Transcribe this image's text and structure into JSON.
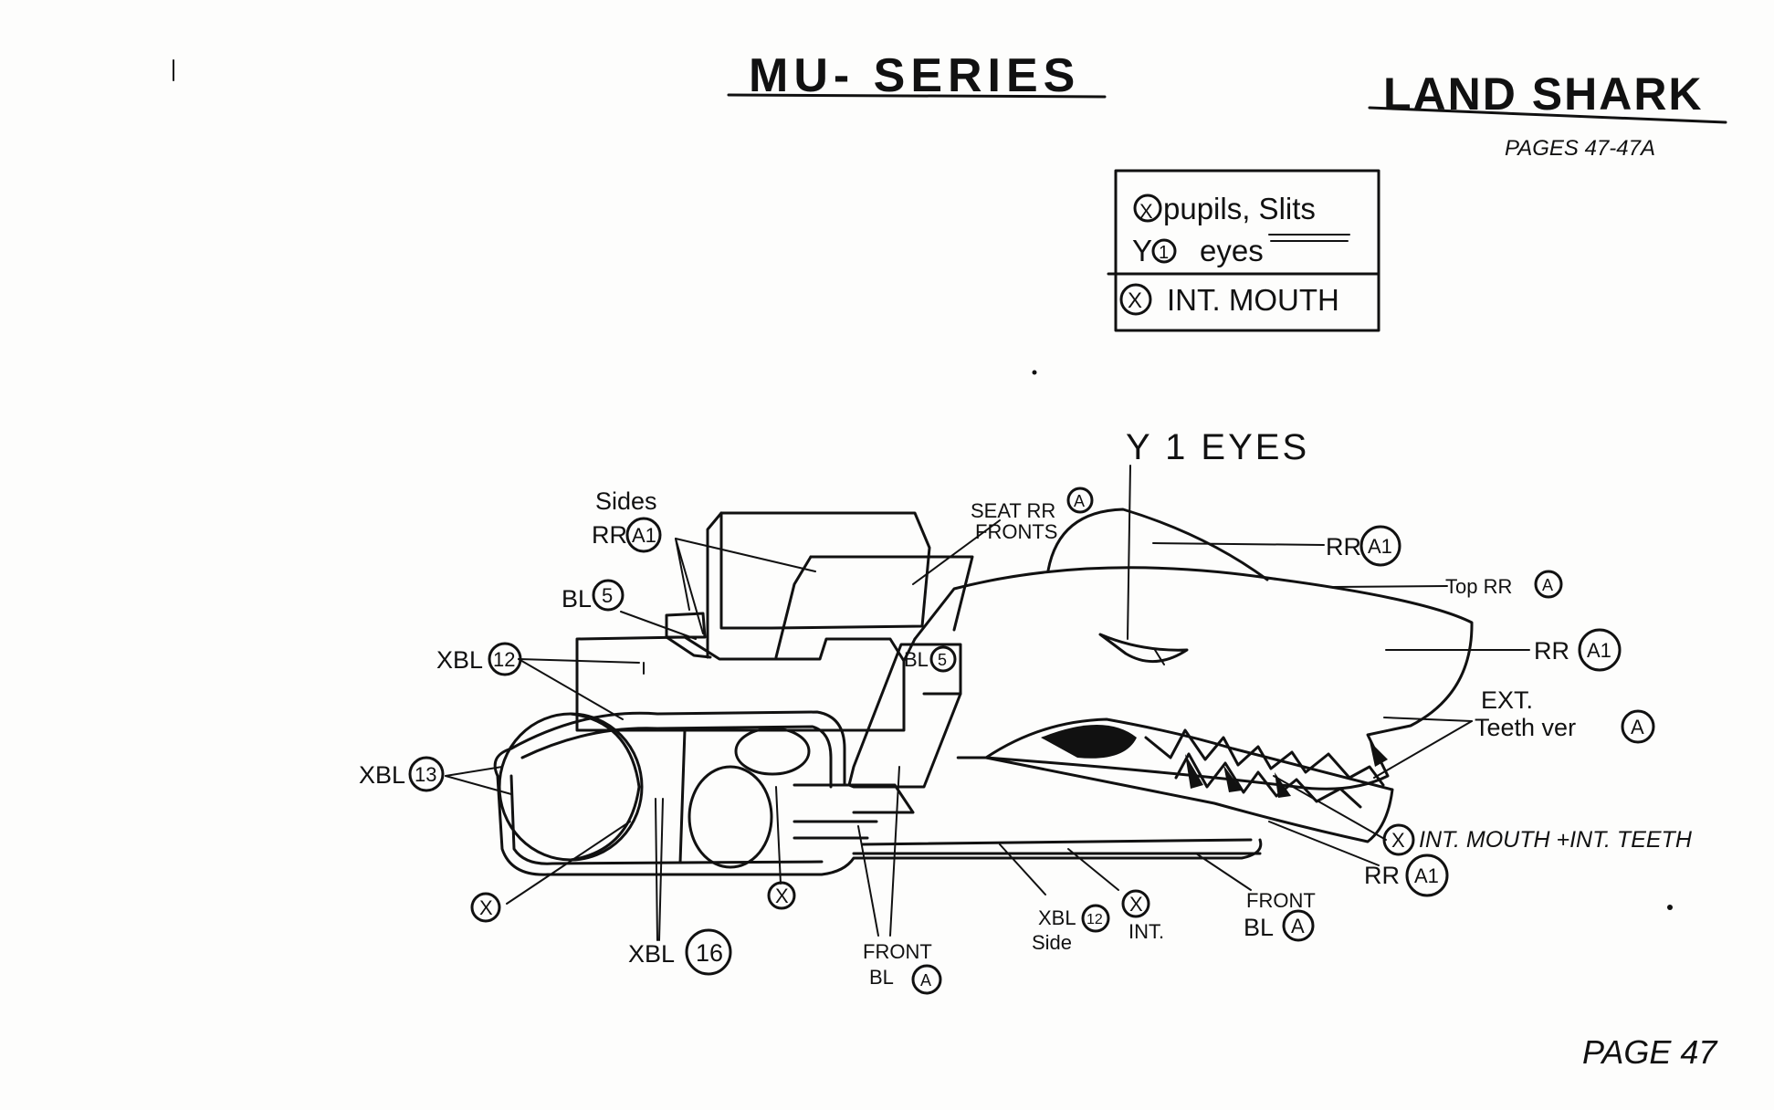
{
  "header": {
    "title": "MU- SERIES",
    "subject": "LAND SHARK",
    "pages_ref": "PAGES 47-47A"
  },
  "legend": {
    "row1_code": "X",
    "row1_text": "pupils, Slits",
    "row2_code": "1",
    "row2_prefix": "Y",
    "row2_text": "eyes",
    "row3_code": "X",
    "row3_text": "INT. MOUTH"
  },
  "labels": {
    "eyes": "Y 1 EYES",
    "sides_top": "Sides",
    "sides_code": "RR",
    "sides_circle": "A1",
    "seat_top": "SEAT RR",
    "seat_circle": "A",
    "seat_bottom": "FRONTS",
    "bl5_left_code": "BL",
    "bl5_left_circle": "5",
    "bl5_center_code": "BL",
    "bl5_center_circle": "5",
    "xbl12_code": "XBL",
    "xbl12_circle": "12",
    "xbl13_code": "XBL",
    "xbl13_circle": "13",
    "rr_a1_top_code": "RR",
    "rr_a1_top_circle": "A1",
    "top_rr_code": "Top RR",
    "top_rr_circle": "A",
    "rr_a1_mid_code": "RR",
    "rr_a1_mid_circle": "A1",
    "ext_teeth_1": "EXT.",
    "ext_teeth_2": "Teeth ver",
    "ext_teeth_circle": "A",
    "int_mouth_circle": "X",
    "int_mouth_text": "INT. MOUTH +INT. TEETH",
    "rr_a1_low_code": "RR",
    "rr_a1_low_circle": "A1",
    "x_left_circle": "X",
    "x_mid_circle": "X",
    "xbl16_code": "XBL",
    "xbl16_circle": "16",
    "front_bl_mid_1": "FRONT",
    "front_bl_mid_2": "BL",
    "front_bl_mid_circle": "A",
    "xbl12_side_code": "XBL",
    "xbl12_side_circle": "12",
    "xbl12_side_text": "Side",
    "x_int_circle": "X",
    "x_int_text": "INT.",
    "front_bl_right_1": "FRONT",
    "front_bl_right_2": "BL",
    "front_bl_right_circle": "A"
  },
  "footer": {
    "page": "PAGE 47"
  }
}
